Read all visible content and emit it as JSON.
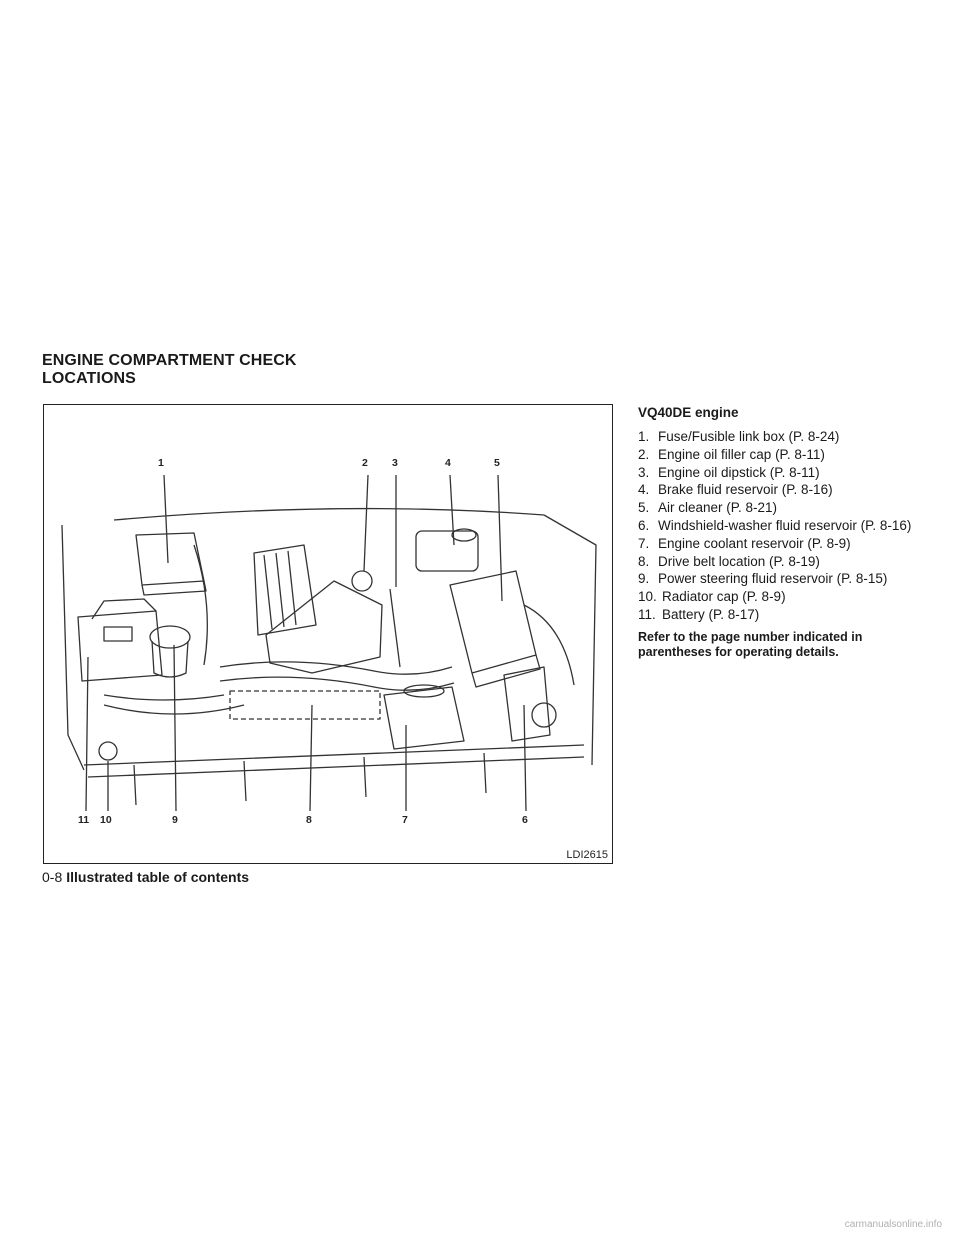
{
  "section_title": [
    "ENGINE COMPARTMENT CHECK",
    "LOCATIONS"
  ],
  "figure": {
    "code": "LDI2615",
    "callouts": [
      "1",
      "2",
      "3",
      "4",
      "5",
      "6",
      "7",
      "8",
      "9",
      "10",
      "11"
    ]
  },
  "subheading": "VQ40DE engine",
  "items": [
    {
      "num": "1.",
      "text": "Fuse/Fusible link box (P. 8-24)"
    },
    {
      "num": "2.",
      "text": "Engine oil filler cap (P. 8-11)"
    },
    {
      "num": "3.",
      "text": "Engine oil dipstick (P. 8-11)"
    },
    {
      "num": "4.",
      "text": "Brake fluid reservoir (P. 8-16)"
    },
    {
      "num": "5.",
      "text": "Air cleaner (P. 8-21)"
    },
    {
      "num": "6.",
      "text": "Windshield-washer fluid reservoir (P. 8-16)"
    },
    {
      "num": "7.",
      "text": "Engine coolant reservoir (P. 8-9)"
    },
    {
      "num": "8.",
      "text": "Drive belt location (P. 8-19)"
    },
    {
      "num": "9.",
      "text": "Power steering fluid reservoir (P. 8-15)"
    },
    {
      "num": "10.",
      "text": "Radiator cap (P. 8-9)"
    },
    {
      "num": "11.",
      "text": "Battery (P. 8-17)"
    }
  ],
  "note": "Refer to the page number indicated in parentheses for operating details.",
  "footer": {
    "page": "0-8",
    "title": "Illustrated table of contents"
  },
  "watermark": "carmanualsonline.info"
}
